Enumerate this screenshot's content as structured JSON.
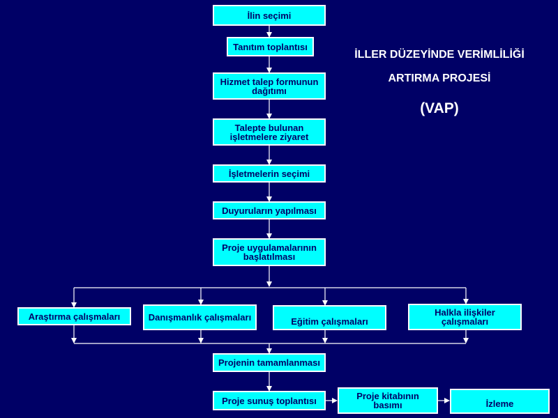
{
  "title": {
    "line1": "İLLER DÜZEYİNDE VERİMLİLİĞİ",
    "line2": "ARTIRMA PROJESİ",
    "abbr": "(VAP)"
  },
  "steps": {
    "il_secimi": "İlin seçimi",
    "tanitim": "Tanıtım  toplantısı",
    "hizmet_talep": "Hizmet talep formunun dağıtımı",
    "ziyaret": "Talepte bulunan işletmelere ziyaret",
    "isletme_secimi": "İşletmelerin seçimi",
    "duyuru": "Duyuruların yapılması",
    "uygulama": "Proje uygulamalarının başlatılması",
    "arastirma": "Araştırma çalışmaları",
    "danismanlik": "Danışmanlık çalışmaları",
    "egitim": "Eğitim çalışmaları",
    "halkla": "Halkla ilişkiler çalışmaları",
    "tamamlanma": "Projenin tamamlanması",
    "sunus": "Proje sunuş toplantısı",
    "kitap": "Proje kitabının basımı",
    "izleme": "İzleme"
  },
  "colors": {
    "background": "#000066",
    "box_fill": "#00ffff",
    "box_border": "#ffffff",
    "line": "#ffffff",
    "text": "#000066"
  }
}
